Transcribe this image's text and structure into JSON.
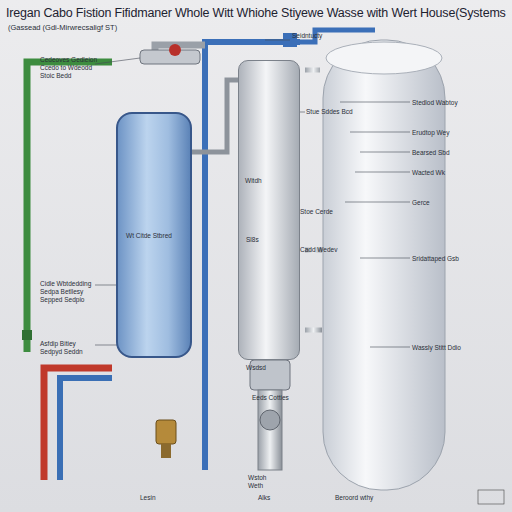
{
  "diagram": {
    "title": "Iregan Cabo Fistion Fifidmaner Whole Witt Whiohe Stiyewe Wasse with Wert House(Systems",
    "nodes": [
      {
        "text": [
          "Wt Citde Stbred"
        ]
      },
      {
        "text": [
          "Witdh"
        ]
      }
    ],
    "edges": [
      {
        "from": 0,
        "to": 1,
        "arrow": "none"
      }
    ],
    "labels": [
      "(Gassead (Gdi-Mirwrecsaligf ST)",
      "Cedeoves Gedleion",
      "Ccedo to Wdeodd",
      "Stoic Bedd",
      "Cidle Wbtdedding",
      "Sedpa Betllesy",
      "Sepped Sedpio",
      "Asfdip Bitiey",
      "Sedpyd Seddn",
      "Seidntucty",
      "Stue Sddes Bcd",
      "Stoe Cerde",
      "Sl8s",
      "Cadd Wedev",
      "Wsdsd",
      "Eeds Cotties",
      "Wstoh",
      "Weth",
      "Stedlod Wabtoy",
      "Erudtop Wey",
      "Bearsed Sbd",
      "Wacted Wk",
      "Gerce",
      "Sridattaped Gsb",
      "Wassly Stitt Ddio",
      "Lesin",
      "Alks",
      "Beroord wthy"
    ]
  }
}
